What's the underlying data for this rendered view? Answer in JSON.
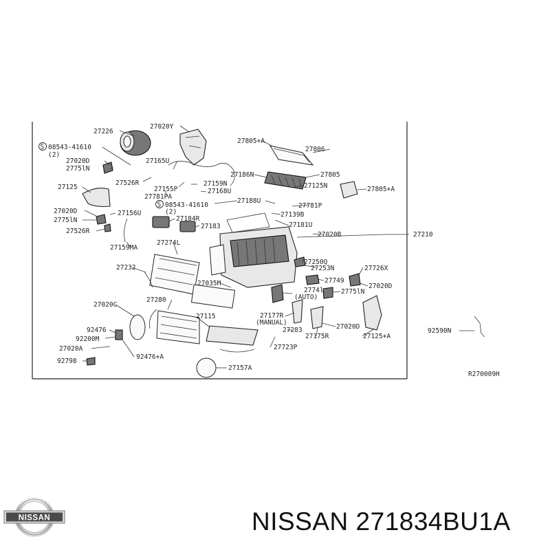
{
  "diagram": {
    "reference_code": "R270009H",
    "labels": {
      "p27226": "27226",
      "p27020y": "27020Y",
      "p27805a_top": "27805+A",
      "p27806": "27806",
      "s08543_a": "08543-41610",
      "s08543_a_qty": "(2)",
      "p27020d_a": "27020D",
      "p2775ln_a": "2775lN",
      "p27165u": "27165U",
      "p27186n": "27186N",
      "p27805": "27805",
      "p27125": "27125",
      "p27526r_a": "27526R",
      "p27155p": "27155P",
      "p27781pa": "27781PA",
      "p27159n": "27159N",
      "p27168u": "27168U",
      "p27125n": "27125N",
      "p27805a_right": "27805+A",
      "s08543_b": "08543-41610",
      "s08543_b_qty": "(2)",
      "p27188u": "27188U",
      "p27781p": "27781P",
      "p27020d_b": "27020D",
      "p27156u": "27156U",
      "p2775ln_b": "2775lN",
      "p27184r": "27184R",
      "p27139b": "27139B",
      "p27183": "27183",
      "p27181u": "27181U",
      "p27526r_b": "27526R",
      "p27020b": "27020B",
      "p27210": "27210",
      "p27159ma": "27159MA",
      "p27274l": "27274L",
      "p27250q": "27250Q",
      "p27253n": "27253N",
      "p27726x": "27726X",
      "p27232": "27232",
      "p27749": "27749",
      "p27020d_c": "27020D",
      "p27035m": "27035M",
      "p2775ln_c": "2775lN",
      "p27741": "2774l",
      "p27741_note": "(AUTO)",
      "p27020c": "27020C",
      "p27280": "27280",
      "p27115": "27115",
      "p27177r": "27177R",
      "p27177r_note": "(MANUAL)",
      "p27020d_d": "27020D",
      "p92476": "92476",
      "p27283": "27283",
      "p27175r": "27175R",
      "p27125a": "27125+A",
      "p92590n": "92590N",
      "p92200m": "92200M",
      "p27020a": "27020A",
      "p27723p": "27723P",
      "p92476a": "92476+A",
      "p92798": "92798",
      "p27157a": "27157A"
    }
  },
  "brand": {
    "logo_text": "NISSAN",
    "title": "NISSAN 271834BU1A"
  }
}
